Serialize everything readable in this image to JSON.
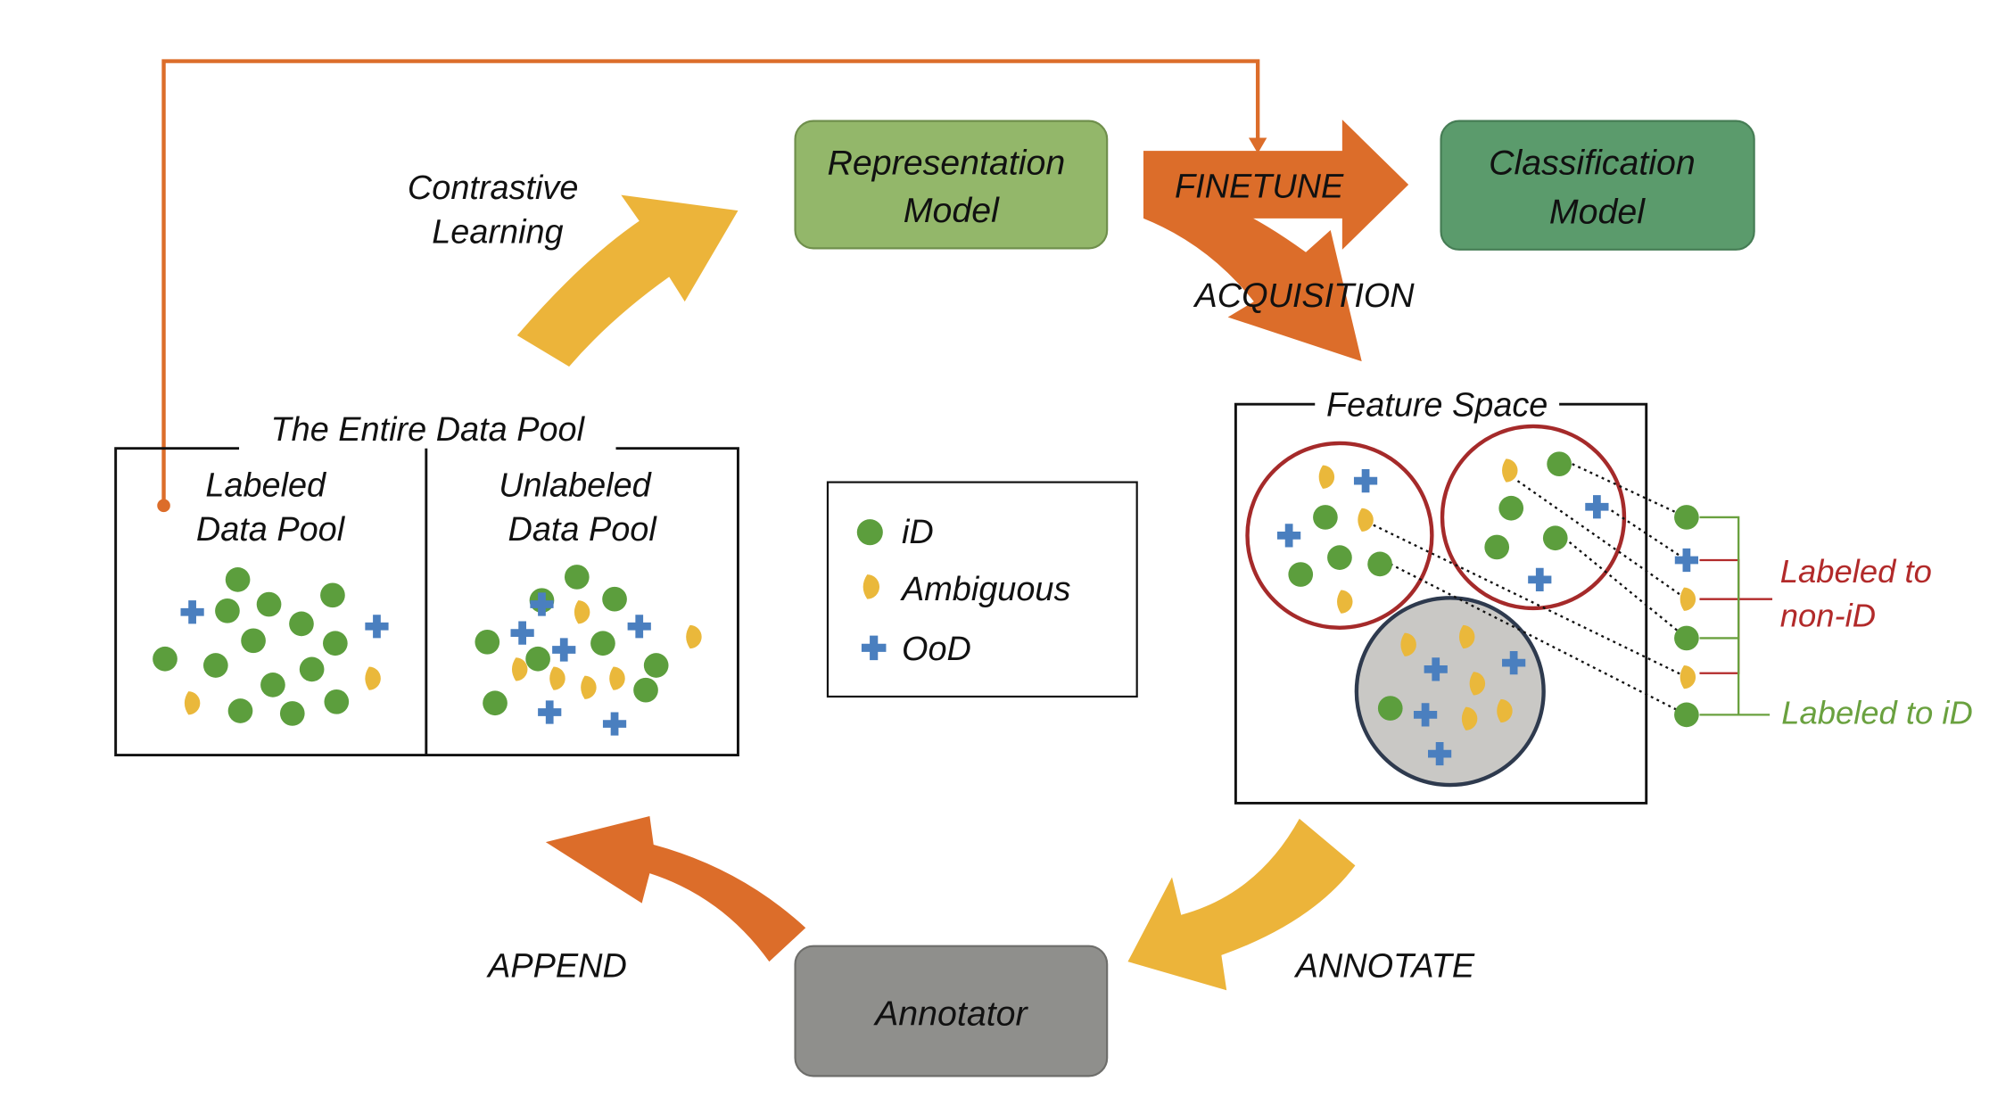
{
  "boxes": {
    "representation_model": [
      "Representation",
      "Model"
    ],
    "classification_model": [
      "Classification",
      "Model"
    ],
    "annotator": "Annotator"
  },
  "arrows": {
    "contrastive_learning": [
      "Contrastive",
      "Learning"
    ],
    "finetune": "FINETUNE",
    "acquisition": "ACQUISITION",
    "annotate": "ANNOTATE",
    "append": "APPEND"
  },
  "data_pool": {
    "title": "The Entire Data Pool",
    "labeled": [
      "Labeled",
      "Data Pool"
    ],
    "unlabeled": [
      "Unlabeled",
      "Data Pool"
    ]
  },
  "legend": {
    "items": [
      {
        "symbol": "green-dot",
        "label": "iD"
      },
      {
        "symbol": "yellow-half",
        "label": "Ambiguous"
      },
      {
        "symbol": "blue-plus",
        "label": "OoD"
      }
    ]
  },
  "feature_space": {
    "title": "Feature Space",
    "labeled_non_id": [
      "Labeled to",
      "non-iD"
    ],
    "labeled_id": "Labeled to iD"
  },
  "colors": {
    "id_green": "#5c9e3d",
    "ambiguous_yellow": "#eab83b",
    "ood_blue": "#4a7fbf",
    "orange_arrow": "#dc6d2a",
    "yellow_arrow": "#ecb43a",
    "representation_fill": "#93b76a",
    "classification_fill": "#5b9b6c",
    "annotator_fill": "#8f8f8c",
    "red_cluster": "#a52a2a",
    "label_red": "#b22a2a",
    "label_green": "#6aa13f"
  }
}
